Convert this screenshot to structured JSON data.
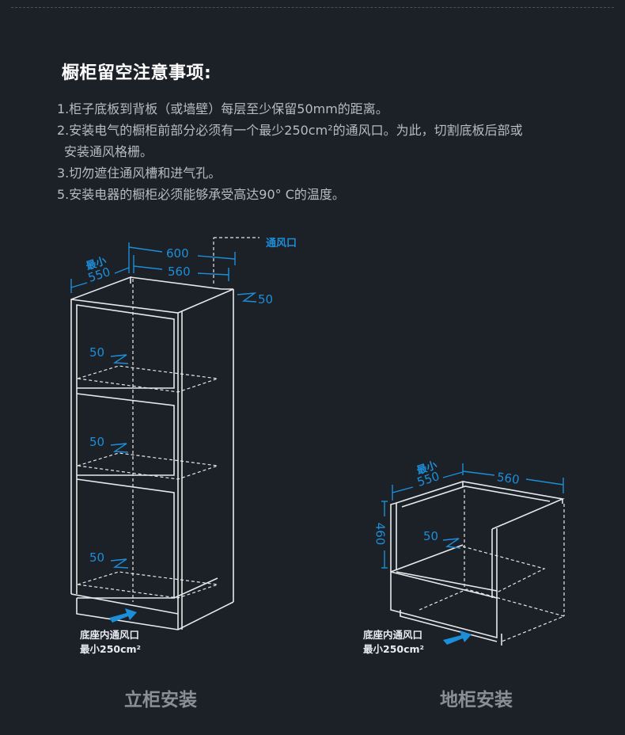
{
  "heading": "橱柜留空注意事项:",
  "notes": [
    "1.柜子底板到背板（或墙壁）每层至少保留50mm的距离。",
    "2.安装电气的橱柜前部分必须有一个最少250cm²的通风口。为此，切割底板后部或",
    "安装通风格栅。",
    "3.切勿遮住通风槽和进气孔。",
    "5.安装电器的橱柜必须能够承受高达90° C的温度。"
  ],
  "tall_cabinet": {
    "caption": "立柜安装",
    "dim_min_label": "最小",
    "dim_depth": "550",
    "dim_outer_width": "600",
    "dim_inner_width": "560",
    "vent_label": "通风口",
    "dim_top_gap": "50",
    "shelf_gaps": [
      "50",
      "50",
      "50"
    ],
    "base_vent_line1": "底座内通风口",
    "base_vent_line2": "最小250cm²"
  },
  "base_cabinet": {
    "caption": "地柜安装",
    "dim_min_label": "最小",
    "dim_depth": "550",
    "dim_width": "560",
    "dim_height": "460",
    "shelf_gap": "50",
    "base_vent_line1": "底座内通风口",
    "base_vent_line2": "最小250cm²"
  },
  "colors": {
    "background": "#1c2027",
    "accent": "#1d8ed8",
    "line": "#e6e8ea",
    "text": "#b8bcc2"
  }
}
